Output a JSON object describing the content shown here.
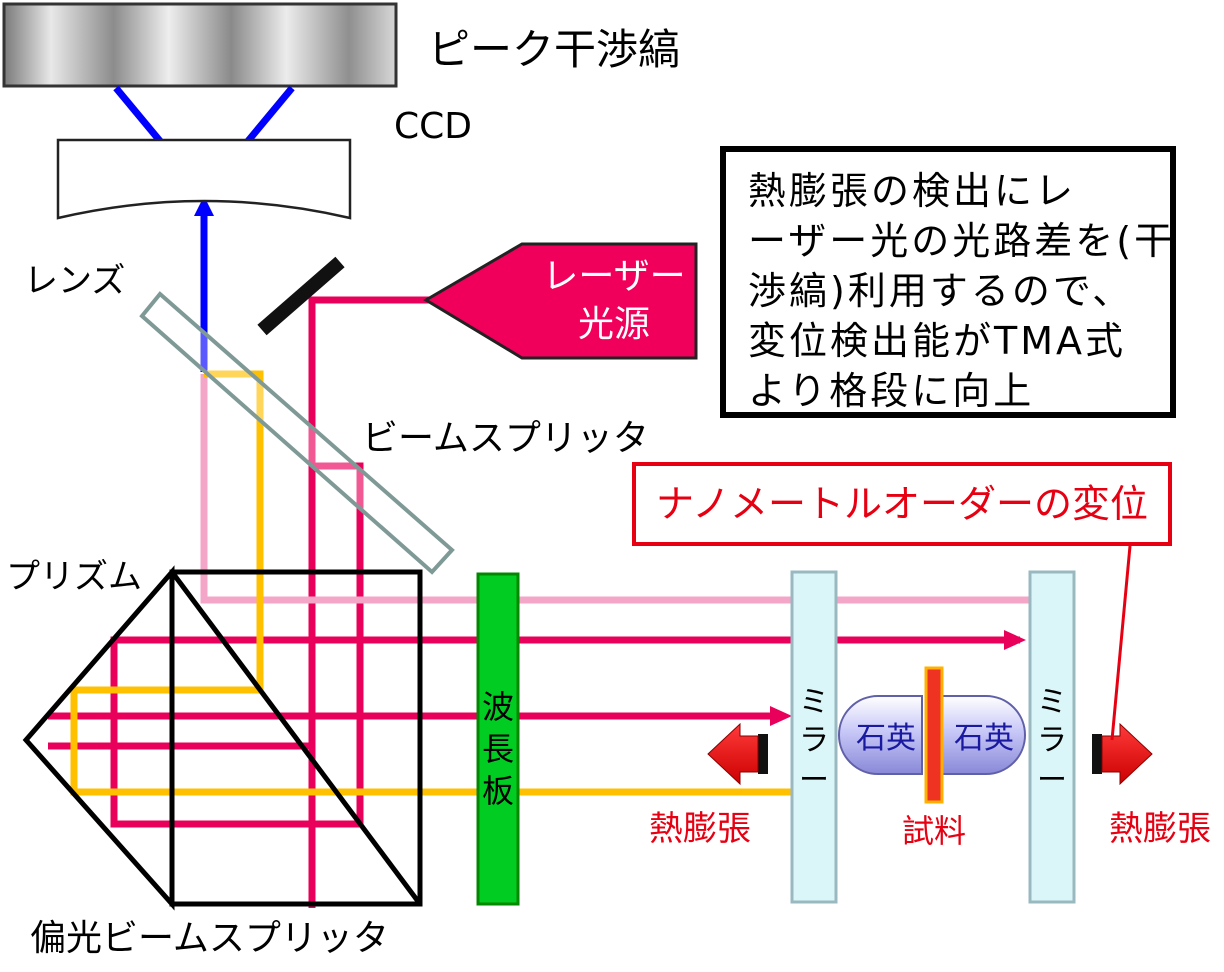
{
  "labels": {
    "peak_fringe": "ピーク干渉縞",
    "ccd": "CCD",
    "lens": "レンズ",
    "laser_source_line1": "レーザー",
    "laser_source_line2": "光源",
    "beam_splitter": "ビームスプリッタ",
    "prism": "プリズム",
    "polarizing_beam_splitter": "偏光ビームスプリッタ",
    "wave_plate": [
      "波",
      "長",
      "板"
    ],
    "mirror_left": [
      "ミ",
      "ラ",
      "ー"
    ],
    "mirror_right": [
      "ミ",
      "ラ",
      "ー"
    ],
    "quartz_left": "石英",
    "quartz_right": "石英",
    "sample": "試料",
    "expansion_left": "熱膨張",
    "expansion_right": "熱膨張"
  },
  "note": {
    "lines": [
      "熱膨張の検出にレ",
      "ーザー光の光路差を(干",
      "渉縞)利用するので、",
      "変位検出能がTMA式",
      "より格段に向上"
    ]
  },
  "callout": {
    "text": "ナノメートルオーダーの変位"
  },
  "colors": {
    "laser_beam": "#e8005a",
    "reference_beam": "#f4a6c8",
    "yellow_beam": "#ffc000",
    "blue_beam": "#0000ff",
    "wave_plate": "#00cc22",
    "mirror": "#daf6f8",
    "quartz": "#c8c8f8",
    "sample": "#ee3322",
    "accent_red": "#e60012"
  }
}
